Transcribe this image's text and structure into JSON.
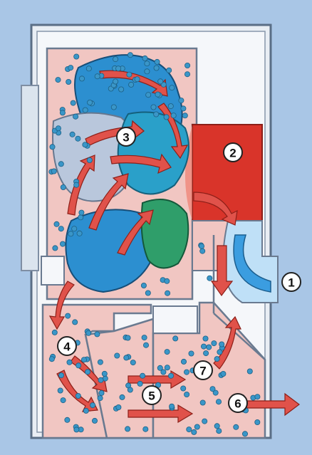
{
  "colors": {
    "background": "#a9c6e6",
    "chamber_fill": "#f1c6c2",
    "dryer_red": "#d9342a",
    "air_arrow": "#e0524a",
    "inlet_blue": "#3b9de0",
    "particles": "#3a96c8",
    "clothes_blue": "#2c8fd0",
    "clothes_light": "#b9c7dc",
    "clothes_green": "#2f9e6a"
  },
  "labels": [
    {
      "id": "1",
      "text": "1"
    },
    {
      "id": "2",
      "text": "2"
    },
    {
      "id": "3",
      "text": "3"
    },
    {
      "id": "4",
      "text": "4"
    },
    {
      "id": "5",
      "text": "5"
    },
    {
      "id": "6",
      "text": "6"
    },
    {
      "id": "7",
      "text": "7"
    }
  ],
  "icons": {
    "inlet_arrow": "air-inlet-arrow-icon",
    "outlet_arrow": "air-outlet-arrow-icon"
  }
}
